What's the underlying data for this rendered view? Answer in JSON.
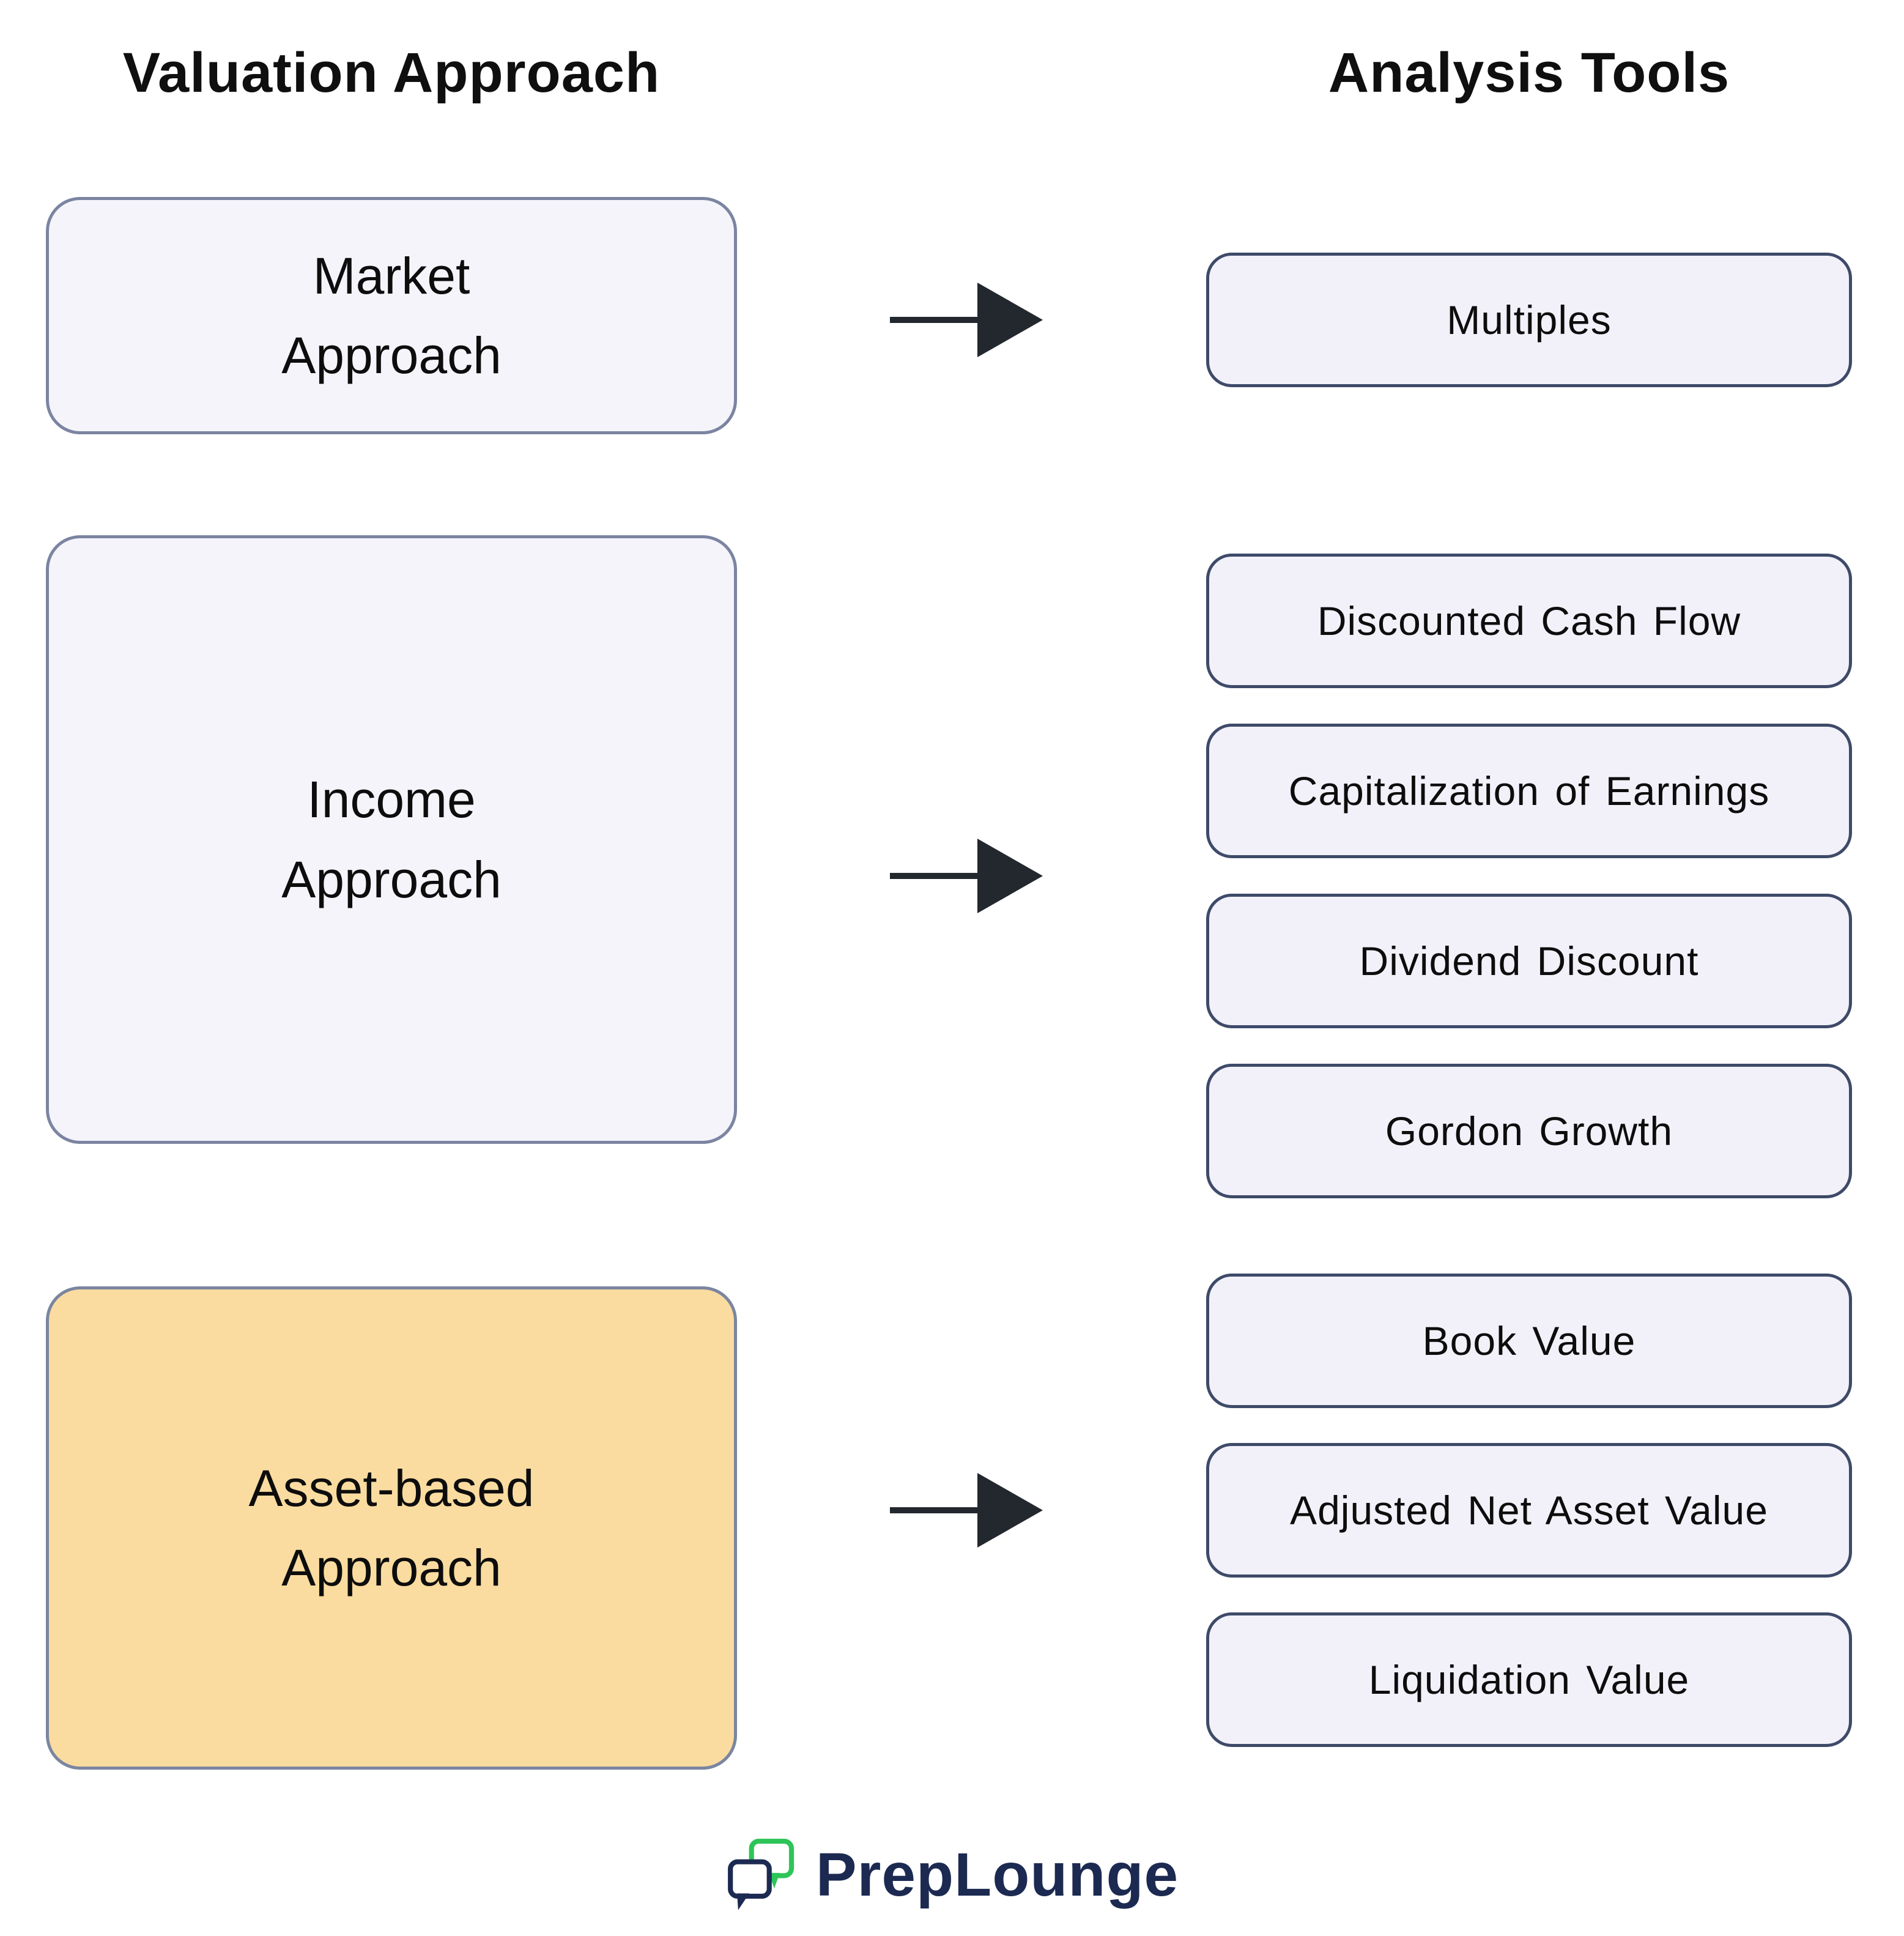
{
  "headers": {
    "left": "Valuation Approach",
    "right": "Analysis Tools"
  },
  "rows": [
    {
      "approach": {
        "line1": "Market",
        "line2": "Approach",
        "variant": "default"
      },
      "tools": [
        "Multiples"
      ]
    },
    {
      "approach": {
        "line1": "Income",
        "line2": "Approach",
        "variant": "default"
      },
      "tools": [
        "Discounted Cash Flow",
        "Capitalization of Earnings",
        "Dividend Discount",
        "Gordon Growth"
      ]
    },
    {
      "approach": {
        "line1": "Asset-based",
        "line2": "Approach",
        "variant": "highlight"
      },
      "tools": [
        "Book Value",
        "Adjusted Net Asset Value",
        "Liquidation Value"
      ]
    }
  ],
  "footer": {
    "brand": "PrepLounge"
  },
  "icons": {
    "arrow": "arrow-right-icon",
    "brand": "chat-bubbles-icon"
  },
  "colors": {
    "background": "#FFFFFF",
    "tool_fill": "#F2F1FA",
    "tool_border": "#3E4A68",
    "approach_fill": "#F5F4FB",
    "approach_border": "#7B85A1",
    "highlight_fill": "#FBDCA0",
    "arrow": "#23272E",
    "text": "#0D0D0D",
    "brand_navy": "#1C2A52",
    "brand_green": "#2EC558"
  }
}
